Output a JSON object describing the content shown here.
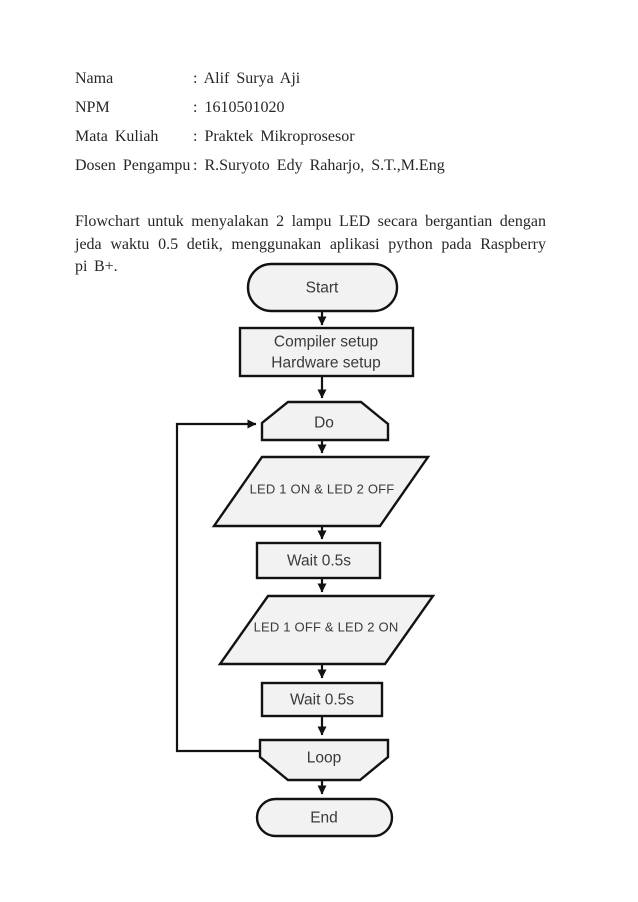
{
  "colors": {
    "page-bg": "#ffffff",
    "doc-text": "#262626",
    "shape-fill": "#f2f2f2",
    "shape-stroke": "#121212",
    "node-text": "#3a3a3a"
  },
  "header": {
    "rows": [
      {
        "label": "Nama",
        "value": ": Alif Surya Aji"
      },
      {
        "label": "NPM",
        "value": ": 1610501020"
      },
      {
        "label": "Mata Kuliah",
        "value": ": Praktek Mikroprosesor"
      },
      {
        "label": "Dosen Pengampu",
        "value": ": R.Suryoto Edy Raharjo, S.T.,M.Eng"
      }
    ]
  },
  "description": "Flowchart untuk menyalakan 2 lampu LED secara bergantian dengan jeda waktu 0.5 detik, menggunakan aplikasi python pada Raspberry pi B+.",
  "flowchart": {
    "nodes": [
      {
        "id": "start",
        "type": "terminator",
        "label": "Start"
      },
      {
        "id": "setup",
        "type": "process",
        "label_line1": "Compiler setup",
        "label_line2": "Hardware setup"
      },
      {
        "id": "do",
        "type": "loop-limit",
        "label": "Do"
      },
      {
        "id": "led-1-on",
        "type": "data",
        "label": "LED 1 ON & LED 2 OFF"
      },
      {
        "id": "wait-1",
        "type": "process",
        "label": "Wait 0.5s"
      },
      {
        "id": "led-1-off",
        "type": "data",
        "label": "LED 1 OFF & LED 2 ON"
      },
      {
        "id": "wait-2",
        "type": "process",
        "label": "Wait 0.5s"
      },
      {
        "id": "loop",
        "type": "loop-limit-end",
        "label": "Loop"
      },
      {
        "id": "end",
        "type": "terminator",
        "label": "End"
      }
    ],
    "edges": [
      {
        "from": "start",
        "to": "setup"
      },
      {
        "from": "setup",
        "to": "do"
      },
      {
        "from": "do",
        "to": "led-1-on"
      },
      {
        "from": "led-1-on",
        "to": "wait-1"
      },
      {
        "from": "wait-1",
        "to": "led-1-off"
      },
      {
        "from": "led-1-off",
        "to": "wait-2"
      },
      {
        "from": "wait-2",
        "to": "loop"
      },
      {
        "from": "loop",
        "to": "end"
      },
      {
        "from": "loop",
        "to": "do",
        "kind": "loop-back"
      }
    ]
  }
}
